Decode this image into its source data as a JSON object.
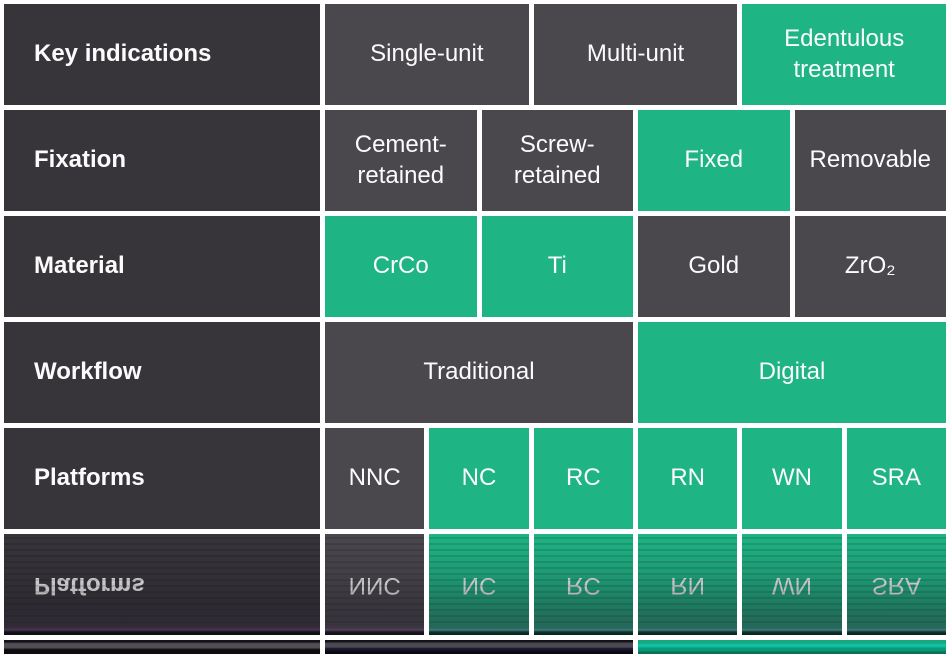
{
  "graphic": {
    "title": "prosthetic-options-selection-matrix",
    "colors": {
      "background": "#ffffff",
      "label_cell": "#37343a",
      "dark_cell": "#4a474d",
      "highlight_green_cell": "#1eb484",
      "text": "#fbfbfb"
    },
    "rows": [
      {
        "label": "Key indications",
        "cells": [
          {
            "text": "Single-unit",
            "variant": "dark"
          },
          {
            "text": "Multi-unit",
            "variant": "dark"
          },
          {
            "text": "Edentulous\ntreatment",
            "variant": "green"
          }
        ]
      },
      {
        "label": "Fixation",
        "cells": [
          {
            "text": "Cement-\nretained",
            "variant": "dark"
          },
          {
            "text": "Screw-\nretained",
            "variant": "dark"
          },
          {
            "text": "Fixed",
            "variant": "green"
          },
          {
            "text": "Removable",
            "variant": "dark"
          }
        ]
      },
      {
        "label": "Material",
        "cells": [
          {
            "text": "CrCo",
            "variant": "green"
          },
          {
            "text": "Ti",
            "variant": "green"
          },
          {
            "text": "Gold",
            "variant": "dark"
          },
          {
            "text": "ZrO₂",
            "variant": "dark"
          }
        ]
      },
      {
        "label": "Workflow",
        "cells": [
          {
            "text": "Traditional",
            "variant": "dark"
          },
          {
            "text": "Digital",
            "variant": "green"
          }
        ]
      },
      {
        "label": "Platforms",
        "cells": [
          {
            "text": "NNC",
            "variant": "dark"
          },
          {
            "text": "NC",
            "variant": "green"
          },
          {
            "text": "RC",
            "variant": "green"
          },
          {
            "text": "RN",
            "variant": "green"
          },
          {
            "text": "WN",
            "variant": "green"
          },
          {
            "text": "SRA",
            "variant": "green"
          }
        ]
      }
    ],
    "reflection_of_row": "Platforms"
  }
}
